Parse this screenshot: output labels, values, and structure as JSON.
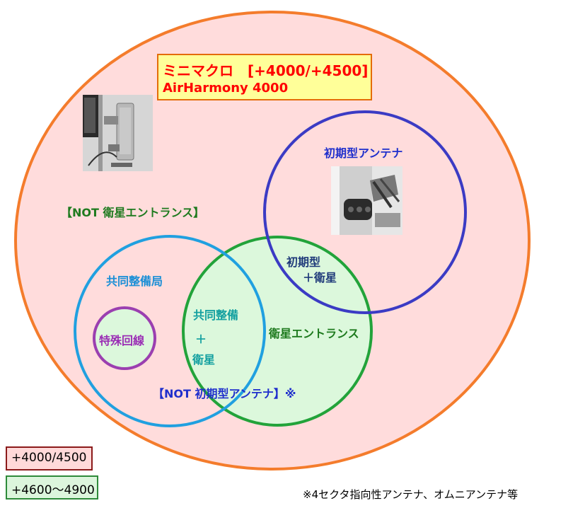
{
  "title": {
    "line1": "ミニマクロ　[+4000/+4500]",
    "line2": "AirHarmony 4000"
  },
  "labels": {
    "not_satellite": "【NOT 衛星エントランス】",
    "initial_antenna": "初期型アンテナ",
    "initial_plus_satellite_1": "初期型",
    "initial_plus_satellite_2": "＋衛星",
    "shared_station": "共同整備局",
    "shared_plus_satellite_1": "共同整備",
    "shared_plus_satellite_2": "＋",
    "shared_plus_satellite_3": "衛星",
    "special_line": "特殊回線",
    "satellite_entrance": "衛星エントランス",
    "not_initial_antenna": "【NOT 初期型アンテナ】※",
    "footnote": "※4セクタ指向性アンテナ、オムニアンテナ等"
  },
  "legend": [
    {
      "label": "+4000/4500",
      "fill": "#ffd9d9",
      "border": "#8b1a1a"
    },
    {
      "label": "+4600～4900",
      "fill": "#dcf5dc",
      "border": "#2e8b3a"
    }
  ],
  "colors": {
    "outer_fill": "#ffdcdc",
    "outer_stroke": "#f47c2c",
    "initial_stroke": "#3b3bc4",
    "shared_stroke": "#20a0e0",
    "satellite_stroke": "#22a33a",
    "satellite_fill": "#dcf8dc",
    "special_stroke": "#9b3fb0"
  },
  "icons": [
    "antenna-photo",
    "initial-antenna-photo"
  ]
}
